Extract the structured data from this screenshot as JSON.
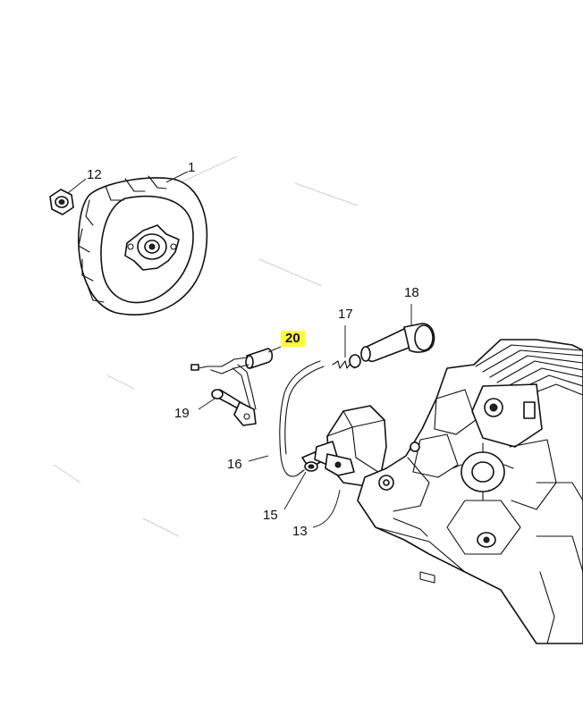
{
  "diagram": {
    "highlight_color": "#ffff33",
    "callouts": [
      {
        "id": "c1",
        "label": "1"
      },
      {
        "id": "c12",
        "label": "12"
      },
      {
        "id": "c17",
        "label": "17"
      },
      {
        "id": "c18",
        "label": "18"
      },
      {
        "id": "c20",
        "label": "20",
        "highlighted": true
      },
      {
        "id": "c19",
        "label": "19"
      },
      {
        "id": "c16",
        "label": "16"
      },
      {
        "id": "c15",
        "label": "15"
      },
      {
        "id": "c13",
        "label": "13"
      }
    ]
  }
}
